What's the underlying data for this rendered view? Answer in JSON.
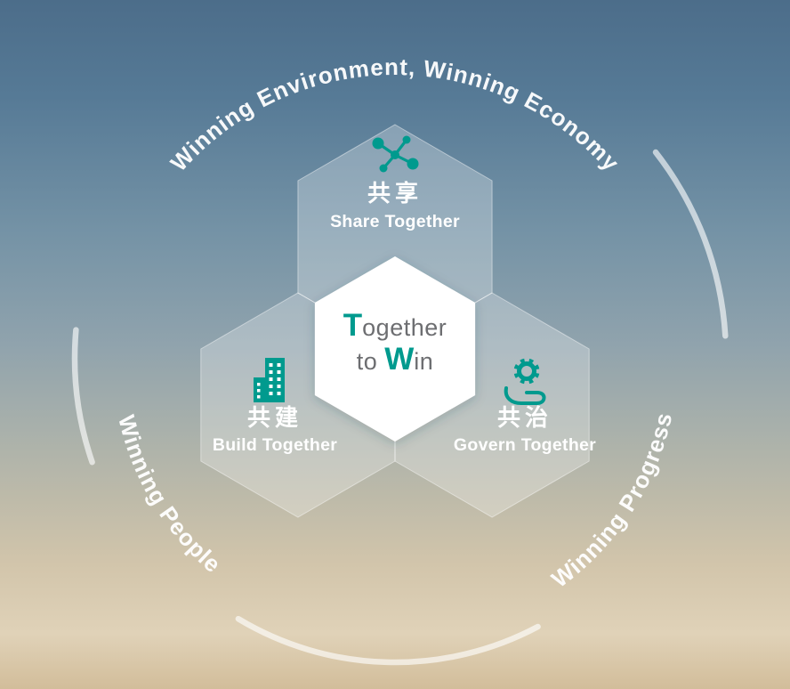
{
  "colors": {
    "accent_teal": "#009a8e",
    "center_text_gray": "#6d6e71",
    "ring_white": "#ffffff",
    "sky_top": "#4c6d8a",
    "sand_bottom": "#d2bd9a"
  },
  "ring_labels": {
    "top": "Winning Environment, Winning Economy",
    "bottom_left": "Winning People",
    "bottom_right": "Winning Progress"
  },
  "hexagons": {
    "share": {
      "icon": "share-network-icon",
      "title_zh": "共享",
      "title_en": "Share Together"
    },
    "build": {
      "icon": "building-icon",
      "title_zh": "共建",
      "title_en": "Build Together"
    },
    "govern": {
      "icon": "gear-hand-icon",
      "title_zh": "共治",
      "title_en": "Govern Together"
    }
  },
  "center": {
    "line1": {
      "initial": "T",
      "rest": "ogether"
    },
    "line2": {
      "pre": "to",
      "initial": "W",
      "rest": "in"
    }
  }
}
